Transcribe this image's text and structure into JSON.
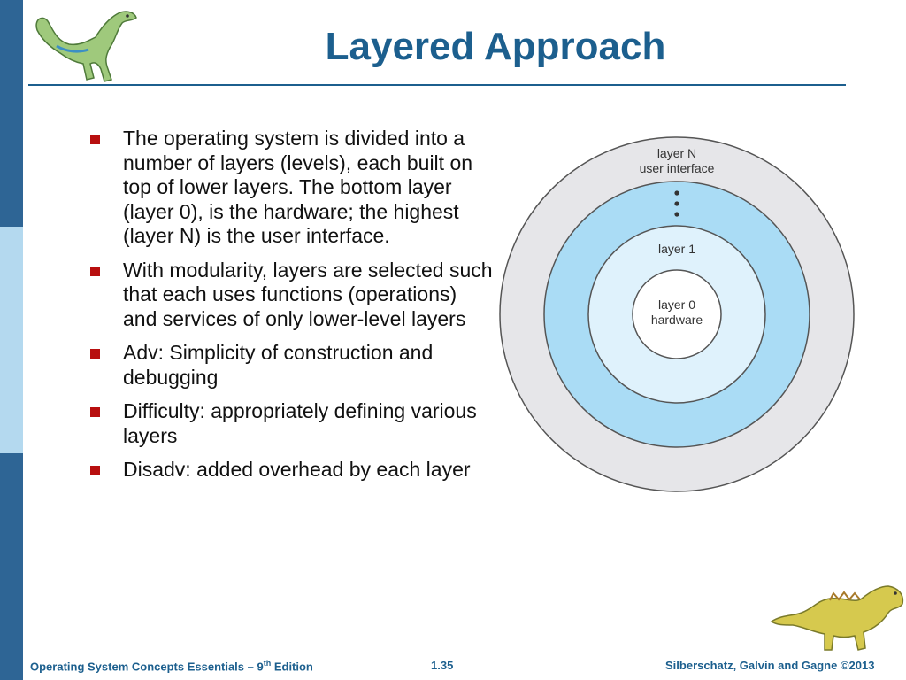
{
  "theme": {
    "title_color": "#1c5f8e",
    "bullet_color": "#b80f0f",
    "sidebar_colors": [
      "#2e6595",
      "#b4d9ef",
      "#2e6595"
    ],
    "outer_ring_color": "#e6e6e9",
    "middle_ring_color": "#aadcf5",
    "inner_ring_color": "#dff2fc",
    "core_color": "#ffffff"
  },
  "slide": {
    "title": "Layered Approach"
  },
  "bullets": [
    {
      "text": "The operating system is divided into a number of layers (levels), each built on top of lower layers.  The bottom layer (layer 0), is the hardware; the highest (layer N) is the user interface."
    },
    {
      "text": "With modularity, layers are selected such that each uses functions (operations) and services of only lower-level layers"
    },
    {
      "text": "Adv: Simplicity of construction and debugging"
    },
    {
      "text": "Difficulty: appropriately defining various layers"
    },
    {
      "text": "Disadv: added overhead by each layer"
    }
  ],
  "diagram": {
    "layer_n_line1": "layer N",
    "layer_n_line2": "user interface",
    "layer_1": "layer 1",
    "layer_0_line1": "layer 0",
    "layer_0_line2": "hardware"
  },
  "footer": {
    "book_title": "Operating System Concepts Essentials – 9",
    "edition_sup": "th",
    "edition_word": " Edition",
    "page_number": "1.35",
    "copyright": "Silberschatz, Galvin and Gagne ©2013"
  },
  "icons": [
    "dinosaur-icon",
    "dinosaur-icon"
  ]
}
